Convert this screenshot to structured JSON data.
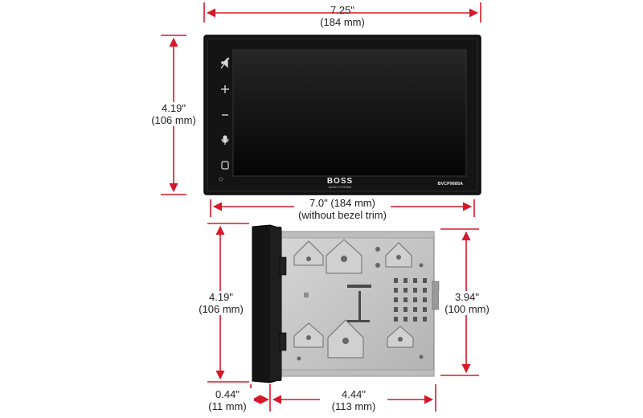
{
  "colors": {
    "dimension_line": "#d7182a",
    "bezel": "#121212",
    "screen": "#000000",
    "chassis": "#c9c9c9"
  },
  "front_view": {
    "width_top": {
      "line1": "7.25\"",
      "line2": "(184 mm)"
    },
    "height_left": {
      "line1": "4.19\"",
      "line2": "(106 mm)"
    },
    "width_bottom": {
      "line1": "7.0\" (184 mm)",
      "line2": "(without bezel trim)"
    },
    "brand_logo": "BOSS",
    "brand_sub": "AUDIO SYSTEMS",
    "model": "BVCP9685A",
    "side_icons": [
      "mute-icon",
      "volume-up-icon",
      "volume-down-icon",
      "microphone-icon",
      "home-icon"
    ]
  },
  "side_view": {
    "height_left": {
      "line1": "4.19\"",
      "line2": "(106 mm)"
    },
    "height_right": {
      "line1": "3.94\"",
      "line2": "(100 mm)"
    },
    "depth_bezel": {
      "line1": "0.44\"",
      "line2": "(11 mm)"
    },
    "depth_chassis": {
      "line1": "4.44\"",
      "line2": "(113 mm)"
    }
  }
}
